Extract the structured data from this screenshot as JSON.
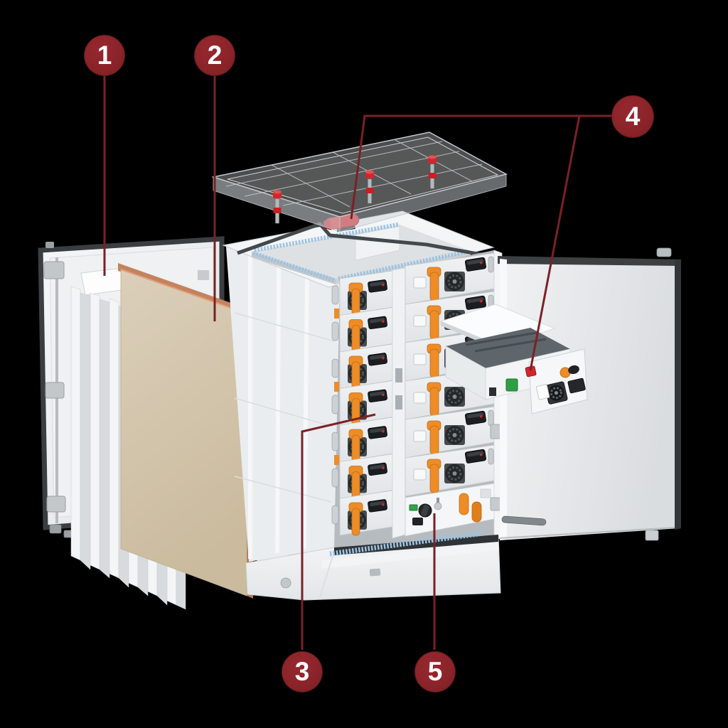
{
  "scene": {
    "background": "#000000"
  },
  "callouts": {
    "badge_color": "#8A2429",
    "leader_color": "#7C2026",
    "items": [
      {
        "label": "1"
      },
      {
        "label": "2"
      },
      {
        "label": "3"
      },
      {
        "label": "4"
      },
      {
        "label": "5"
      }
    ]
  },
  "palette": {
    "cabinet_white": "#F1F3F4",
    "frame_dark": "#3C4043",
    "insulation_tan": "#D6C9B2",
    "copper_edge": "#C5825F",
    "connector_orange": "#EE8C28",
    "terminal_blue": "#9CC2E2",
    "safety_red": "#D3262B"
  }
}
